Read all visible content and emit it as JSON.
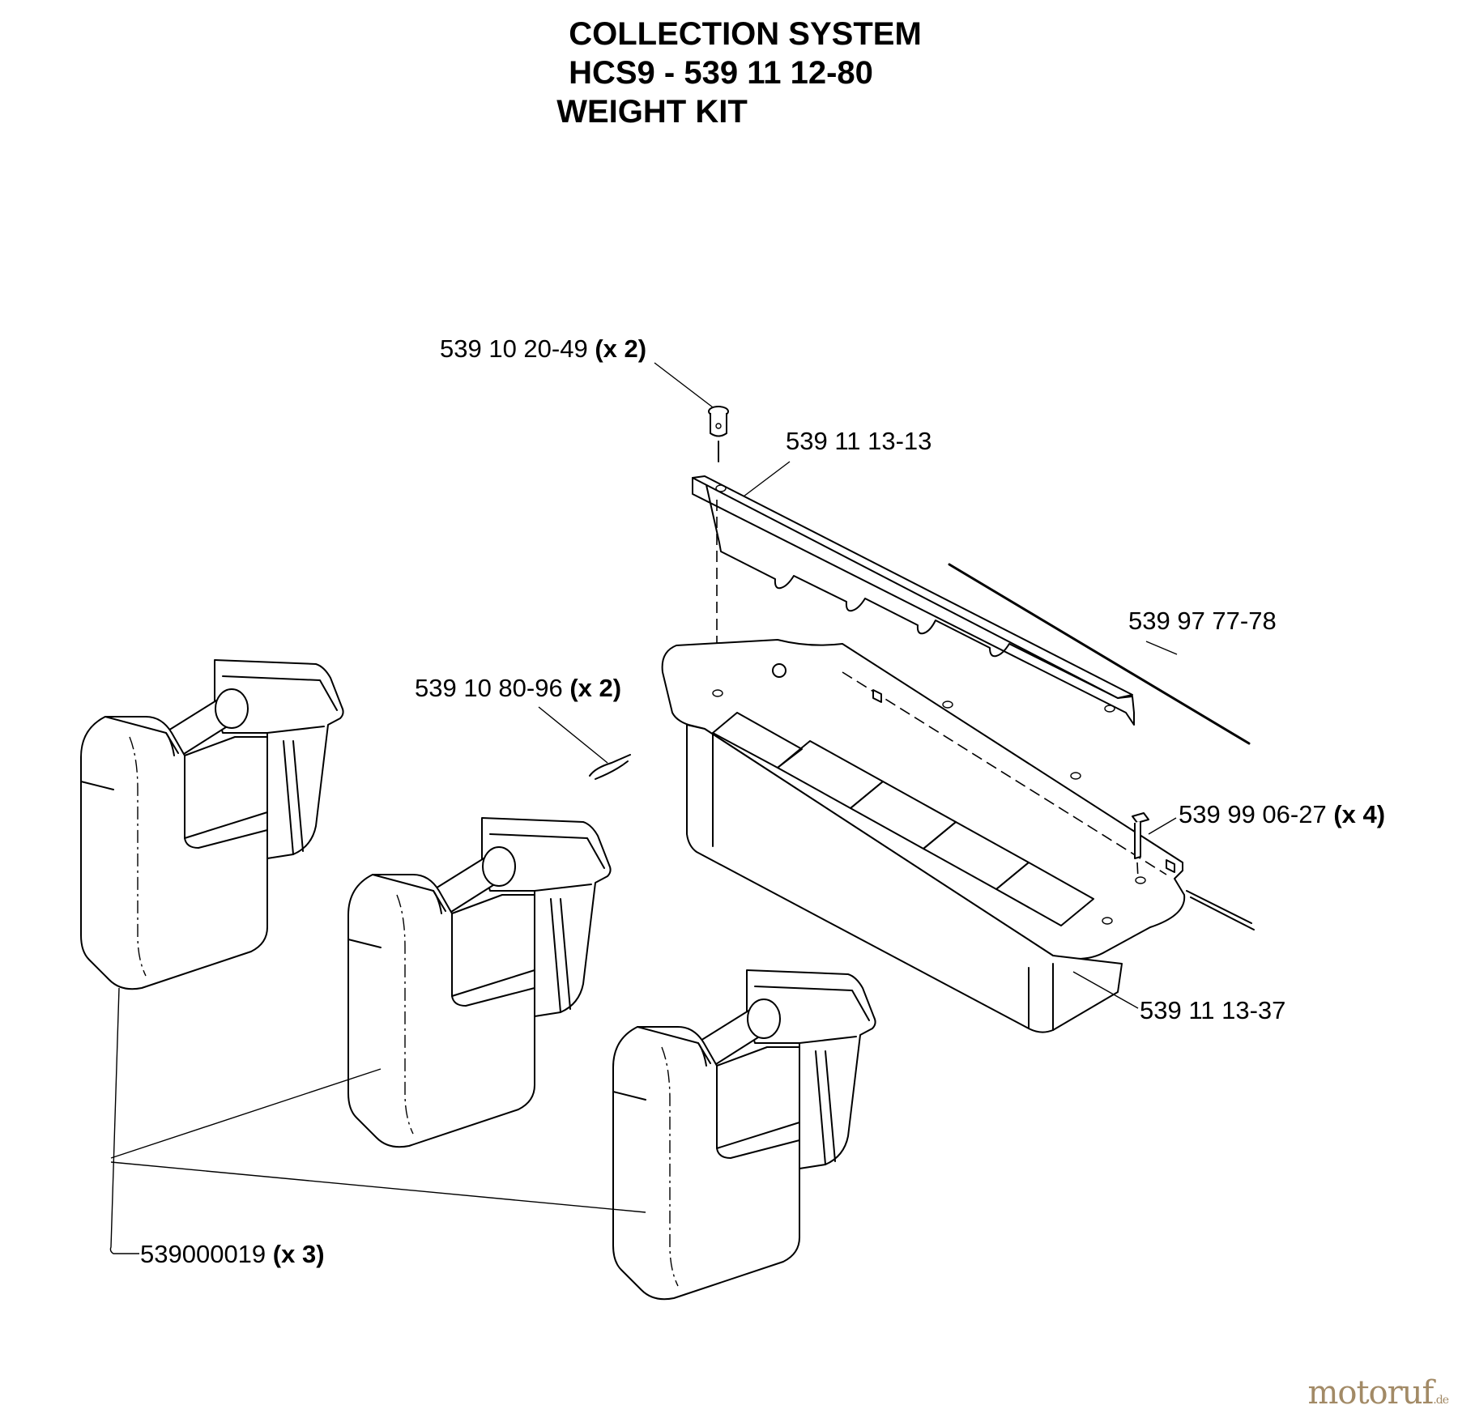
{
  "title": {
    "line1": "COLLECTION SYSTEM",
    "line2": "HCS9 - 539 11 12-80",
    "line3": "WEIGHT KIT"
  },
  "parts": [
    {
      "number": "539 10 20-49",
      "qty": "(x 2)"
    },
    {
      "number": "539 11 13-13",
      "qty": ""
    },
    {
      "number": "539 97 77-78",
      "qty": ""
    },
    {
      "number": "539 10 80-96",
      "qty": "(x 2)"
    },
    {
      "number": "539 99 06-27",
      "qty": "(x 4)"
    },
    {
      "number": "539 11 13-37",
      "qty": ""
    },
    {
      "number": "539000019",
      "qty": "(x 3)"
    }
  ],
  "watermark": {
    "brand": "motoruf",
    "tld": ".de"
  }
}
